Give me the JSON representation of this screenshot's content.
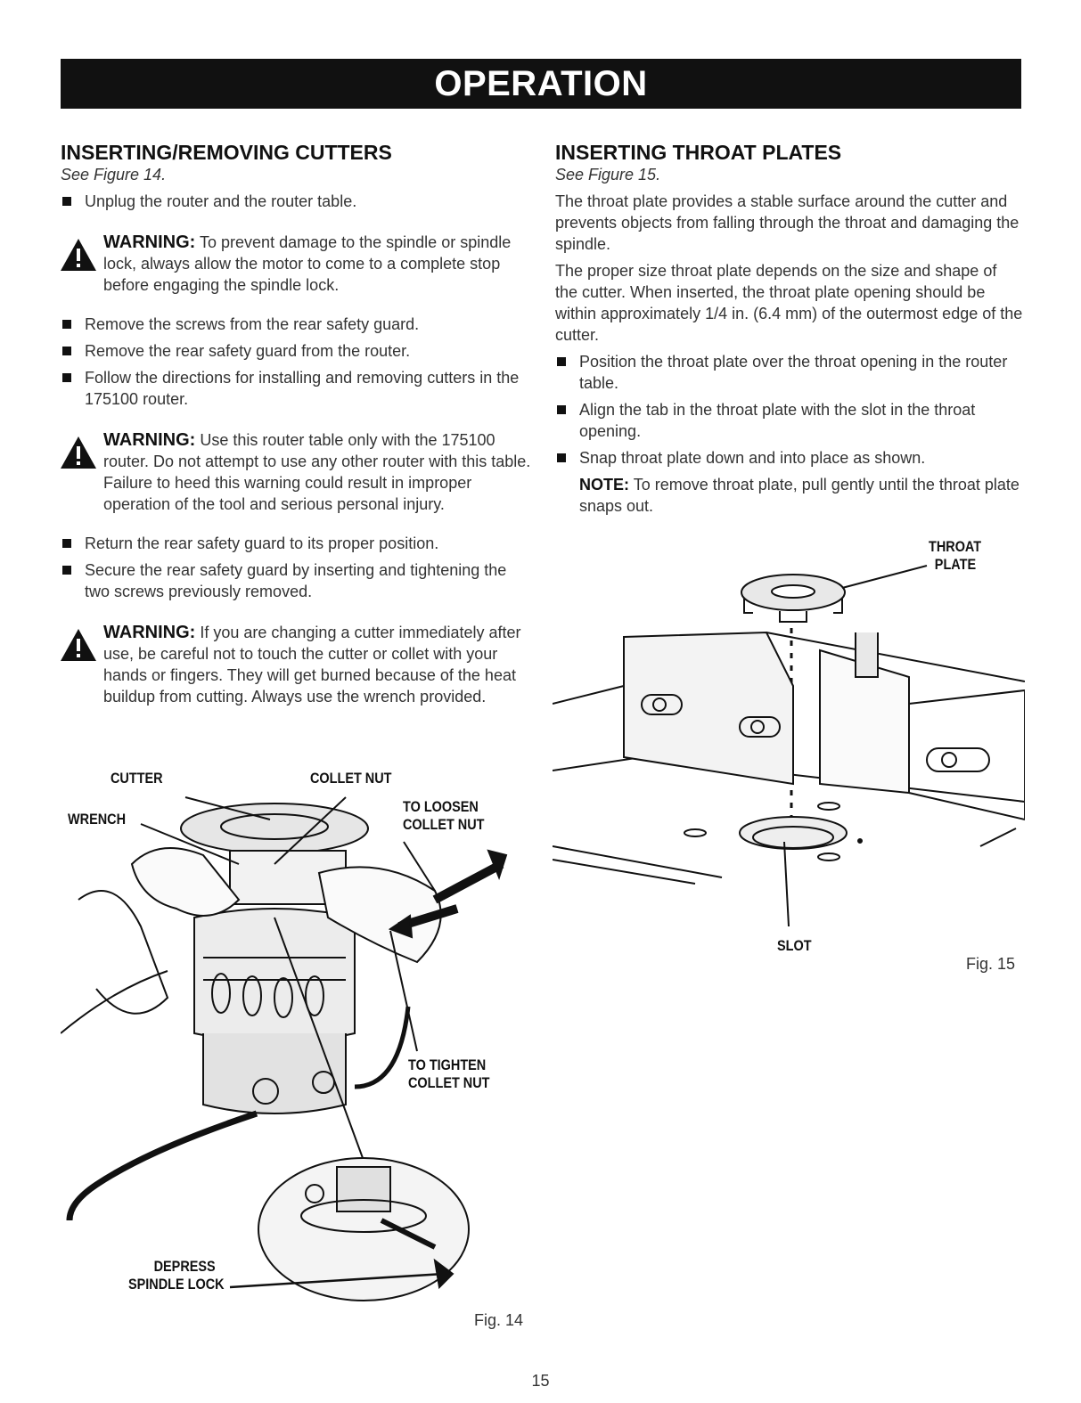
{
  "banner": {
    "title": "OPERATION"
  },
  "left": {
    "heading": "INSERTING/REMOVING CUTTERS",
    "see": "See Figure 14.",
    "bullet1": "Unplug the router and the router table.",
    "warning1": {
      "label": "WARNING:",
      "text": "To prevent damage to the spindle or spindle lock, always allow the motor to come to a complete stop before engaging the spindle lock."
    },
    "bullets2": [
      "Remove the screws from the rear safety guard.",
      "Remove the rear safety guard from the router.",
      "Follow the directions for installing and removing cutters in the 175100 router."
    ],
    "warning2": {
      "label": "WARNING:",
      "text": "Use this router table only with the 175100 router. Do not attempt to use any other router with this table. Failure to heed this warning could result in improper operation of the tool and serious personal injury."
    },
    "bullets3": [
      "Return the rear safety guard to its proper position.",
      "Secure the rear safety guard by inserting and tightening the two screws previously removed."
    ],
    "warning3": {
      "label": "WARNING:",
      "text": "If you are changing a cutter immediately after use, be careful not to touch the cutter or collet with your hands or fingers. They will get burned because of the heat buildup from cutting. Always use the wrench provided."
    }
  },
  "right": {
    "heading": "INSERTING THROAT PLATES",
    "see": "See Figure 15.",
    "para1": "The throat plate provides a stable surface around the cutter and prevents objects from falling through the throat and damaging the spindle.",
    "para2": "The proper size throat plate depends on the size and shape of the cutter. When inserted, the throat plate opening should be within approximately 1/4 in. (6.4 mm) of the outermost edge of the cutter.",
    "bullets": [
      "Position the throat plate over the throat opening in the router table.",
      "Align the tab in the throat plate with the slot in the throat opening.",
      "Snap throat plate down and into place as shown."
    ],
    "note_label": "NOTE:",
    "note_text": "To remove throat plate, pull gently until the throat plate snaps out."
  },
  "fig14": {
    "label": "Fig. 14",
    "callout_cutter": "CUTTER",
    "callout_collet_nut": "COLLET NUT",
    "callout_wrench": "WRENCH",
    "callout_loosen_1": "TO LOOSEN",
    "callout_loosen_2": "COLLET NUT",
    "callout_tighten_1": "TO TIGHTEN",
    "callout_tighten_2": "COLLET NUT",
    "callout_depress_1": "DEPRESS",
    "callout_depress_2": "SPINDLE LOCK"
  },
  "fig15": {
    "label": "Fig. 15",
    "callout_throat_1": "THROAT",
    "callout_throat_2": "PLATE",
    "callout_slot": "SLOT"
  },
  "page_number": "15"
}
